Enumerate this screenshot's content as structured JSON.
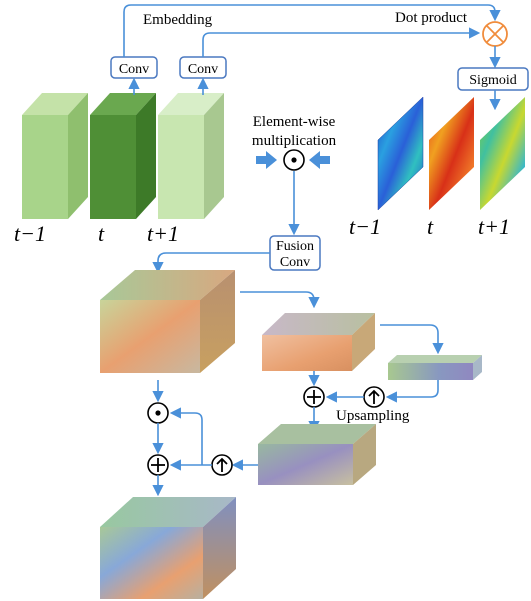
{
  "labels": {
    "embedding": "Embedding",
    "dot_product": "Dot product",
    "conv_left": "Conv",
    "conv_right": "Conv",
    "sigmoid": "Sigmoid",
    "elementwise_line1": "Element-wise",
    "elementwise_line2": "multiplication",
    "fusion_line1": "Fusion",
    "fusion_line2": "Conv",
    "upsampling": "Upsampling"
  },
  "frame_labels": {
    "left": [
      "t−1",
      "t",
      "t+1"
    ],
    "right": [
      "t−1",
      "t",
      "t+1"
    ]
  },
  "colors": {
    "arrow": "#4a90d9",
    "frame_light": "#a8d48a",
    "frame_dark": "#4a8a32",
    "frame_pale": "#c8e6b0",
    "box_border": "#4a78c0",
    "cross_circle": "#f08c3c"
  },
  "icons": {
    "times": "⊗",
    "odot": "⊙",
    "oplus": "⊕",
    "uparrow": "↑"
  }
}
